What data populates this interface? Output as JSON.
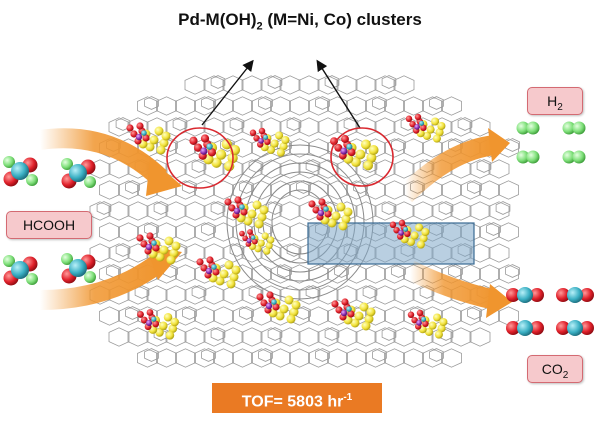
{
  "title": {
    "prefix": "Pd-M(OH)",
    "sub": "2",
    "suffix": " (M=Ni, Co) clusters"
  },
  "labels": {
    "reactant": "HCOOH",
    "product_h2": {
      "text": "H",
      "sub": "2"
    },
    "product_co2": {
      "text": "CO",
      "sub": "2"
    }
  },
  "tof": {
    "text": "TOF= 5803 hr",
    "sup": "-1"
  },
  "colors": {
    "arrow_orange": "#f0952e",
    "tof_bg": "#ea7a23",
    "label_bg": "#f6c9cc",
    "highlight_circle": "#d9282f",
    "channel_box": "#7fa7c9",
    "hydrogen_atom": "#7fe07a",
    "oxygen_atom": "#e0202a",
    "carbon_atom": "#3bb0c4",
    "pd_atom": "#f4e63a",
    "metal_atom": "#8b2db0"
  }
}
